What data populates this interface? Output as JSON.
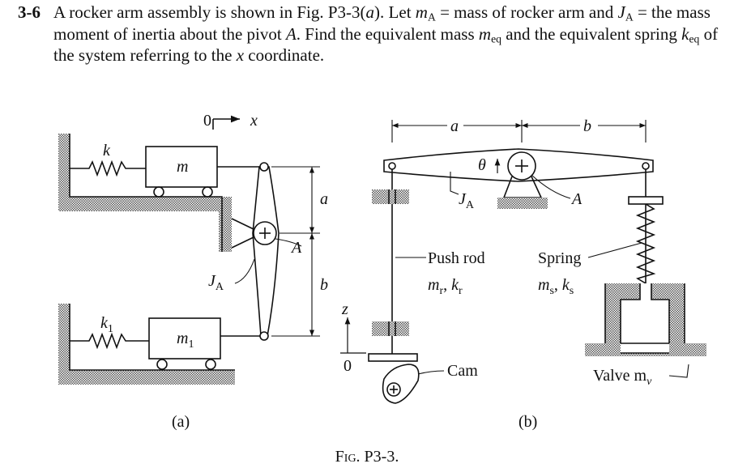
{
  "problem": {
    "number": "3-6",
    "t1": "A rocker arm assembly is shown in Fig. P3-3(",
    "t1a": "a",
    "t2": "). Let ",
    "mA": "m",
    "mA_sub": "A",
    "t3": " = mass of rocker arm and ",
    "JA": "J",
    "JA_sub": "A",
    "t4": " = the mass moment of inertia about the pivot ",
    "A": "A",
    "t5": ". Find the equivalent mass ",
    "meq": "m",
    "meq_sub": "eq",
    "t6": " and the equivalent spring ",
    "keq": "k",
    "keq_sub": "eq",
    "t7": " of the system referring to the ",
    "x": "x",
    "t8": " coordinate."
  },
  "figure_a": {
    "zero": "0",
    "x": "x",
    "k": "k",
    "m": "m",
    "k1": "k",
    "k1_sub": "1",
    "m1": "m",
    "m1_sub": "1",
    "JA": "J",
    "JA_sub": "A",
    "a": "a",
    "b": "b",
    "A": "A",
    "caption": "(a)"
  },
  "figure_b": {
    "a": "a",
    "b": "b",
    "theta": "θ",
    "JA": "J",
    "JA_sub": "A",
    "A": "A",
    "push_rod": "Push rod",
    "mr_kr": "m",
    "spring": "Spring",
    "z": "z",
    "zero": "0",
    "cam": "Cam",
    "valve": "Valve m",
    "valve_sub": "v",
    "caption": "(b)"
  },
  "figure_caption": "Fig. P3-3."
}
